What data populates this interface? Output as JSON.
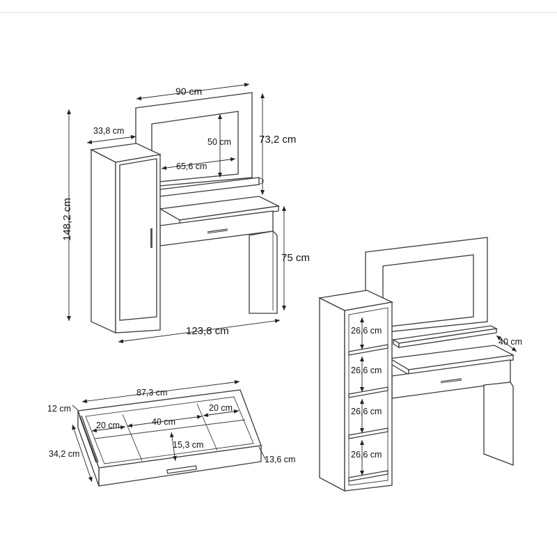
{
  "front_view": {
    "width_top": "90 cm",
    "cabinet_depth": "33,8 cm",
    "mirror_height_inner": "50 cm",
    "mirror_height_outer": "73,2 cm",
    "mirror_width_inner": "65,6 cm",
    "total_height": "148,2 cm",
    "table_height": "75 cm",
    "total_width": "123,8 cm"
  },
  "drawer_view": {
    "length": "87,3 cm",
    "height": "12 cm",
    "depth": "34,2 cm",
    "compartment_left": "20 cm",
    "compartment_middle": "40 cm",
    "compartment_right": "20 cm",
    "compartment_depth": "15,3 cm",
    "front_depth": "13,6 cm"
  },
  "shelf_view": {
    "table_depth": "40 cm",
    "shelf_heights": [
      "26,6 cm",
      "26,6 cm",
      "26,6 cm",
      "26,6 cm"
    ]
  },
  "colors": {
    "line": "#3a3a3a",
    "background": "#ffffff"
  }
}
